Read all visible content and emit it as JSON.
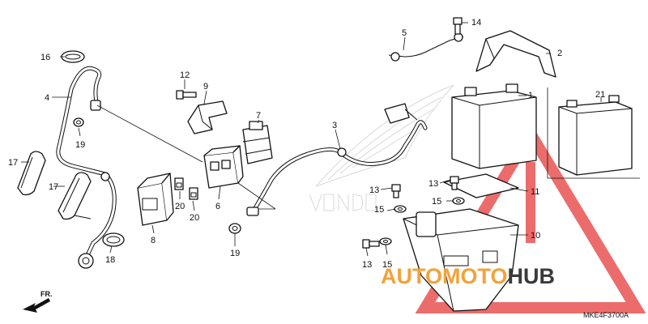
{
  "callouts": {
    "c1": "1",
    "c2": "2",
    "c3": "3",
    "c4": "4",
    "c5": "5",
    "c6": "6",
    "c7": "7",
    "c8": "8",
    "c9": "9",
    "c10": "10",
    "c11": "11",
    "c12": "12",
    "c13a": "13",
    "c13b": "13",
    "c13c": "13",
    "c14": "14",
    "c15a": "15",
    "c15b": "15",
    "c15c": "15",
    "c16": "16",
    "c17a": "17",
    "c17b": "17",
    "c18": "18",
    "c19a": "19",
    "c19b": "19",
    "c20a": "20",
    "c20b": "20",
    "c21": "21"
  },
  "front_indicator": "FR.",
  "diagram_ref": "MKE4F3700A",
  "watermark": {
    "part1": "AUTOMOTO",
    "part2": "HUB",
    "color_primary": "#f2a23a",
    "color_secondary": "#3a3a3a",
    "triangle_color": "#e63b3b"
  }
}
